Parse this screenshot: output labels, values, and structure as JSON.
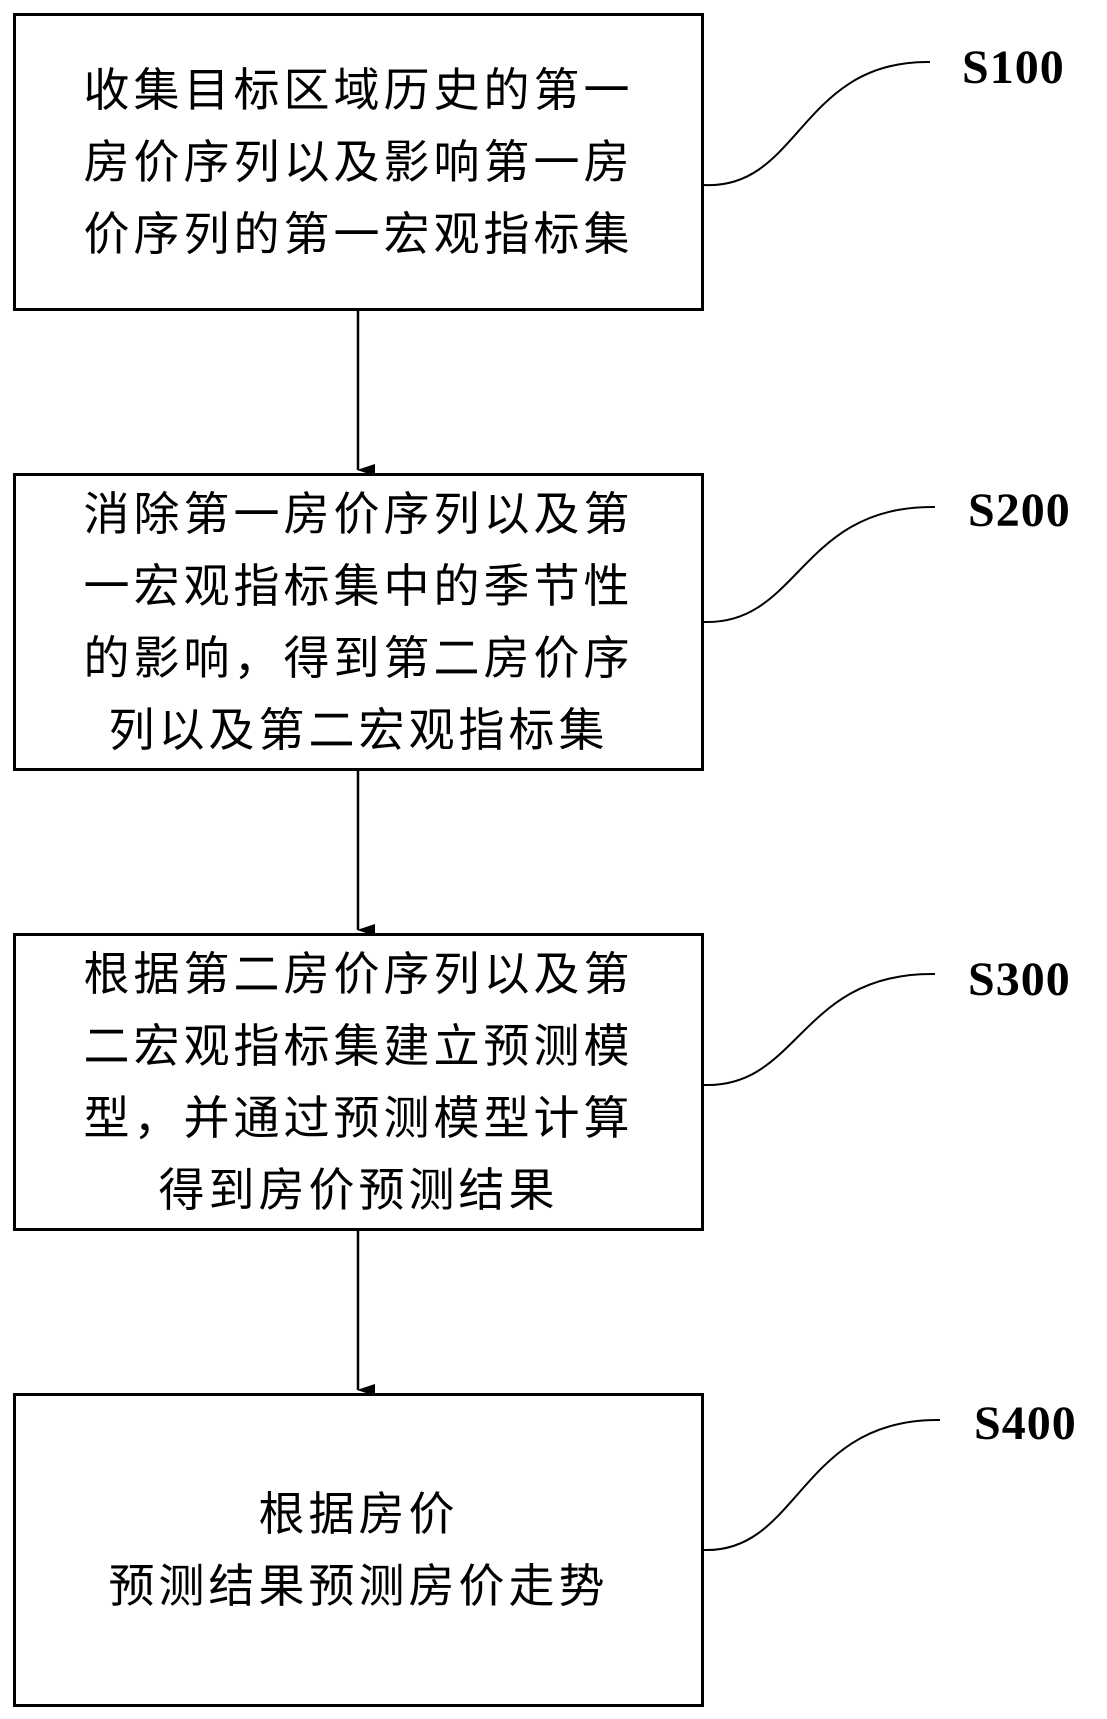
{
  "steps": [
    {
      "id": "S100",
      "label": "S100",
      "text": "收集目标区域历史的第一\n房价序列以及影响第一房\n价序列的第一宏观指标集"
    },
    {
      "id": "S200",
      "label": "S200",
      "text": "消除第一房价序列以及第\n一宏观指标集中的季节性\n的影响，得到第二房价序\n列以及第二宏观指标集"
    },
    {
      "id": "S300",
      "label": "S300",
      "text": "根据第二房价序列以及第\n二宏观指标集建立预测模\n型，并通过预测模型计算\n得到房价预测结果"
    },
    {
      "id": "S400",
      "label": "S400",
      "text": "根据房价\n预测结果预测房价走势"
    }
  ]
}
